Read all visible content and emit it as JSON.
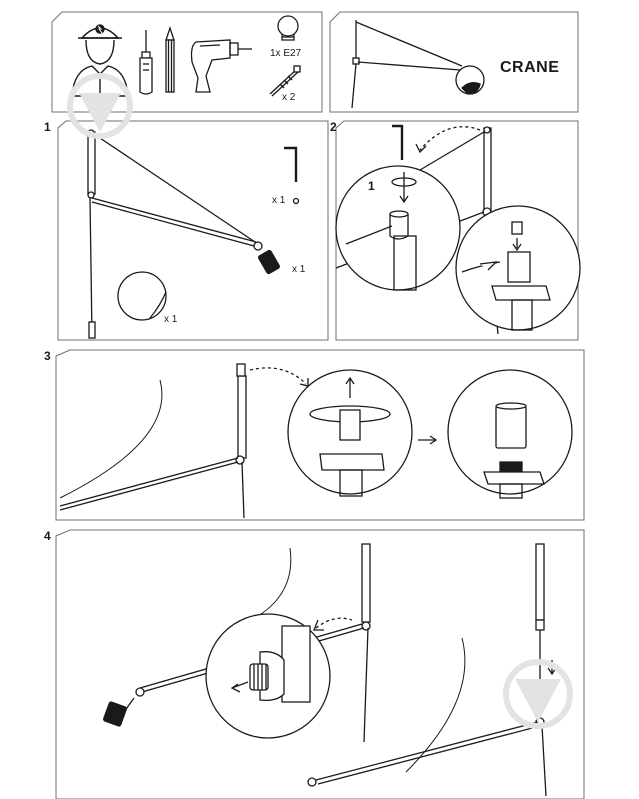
{
  "header": {
    "tools": {
      "bulb_label": "1x E27",
      "screw_label": "x 2",
      "icons": [
        "worker-icon",
        "screwdriver-icon",
        "pencil-icon",
        "drill-icon",
        "bulb-icon",
        "screw-icon"
      ]
    },
    "product": {
      "name": "CRANE"
    }
  },
  "steps": [
    {
      "number": "1",
      "parts": [
        {
          "icon": "allen-key-icon",
          "label": "x 1"
        },
        {
          "icon": "socket-icon",
          "label": "x 1"
        },
        {
          "icon": "globe-shade-icon",
          "label": "x 1"
        }
      ]
    },
    {
      "number": "2",
      "callout": "1"
    },
    {
      "number": "3"
    },
    {
      "number": "4"
    }
  ],
  "colors": {
    "line": "#1a1a1a",
    "frame": "#6f6f6f",
    "watermark": "#e3e3e3"
  }
}
